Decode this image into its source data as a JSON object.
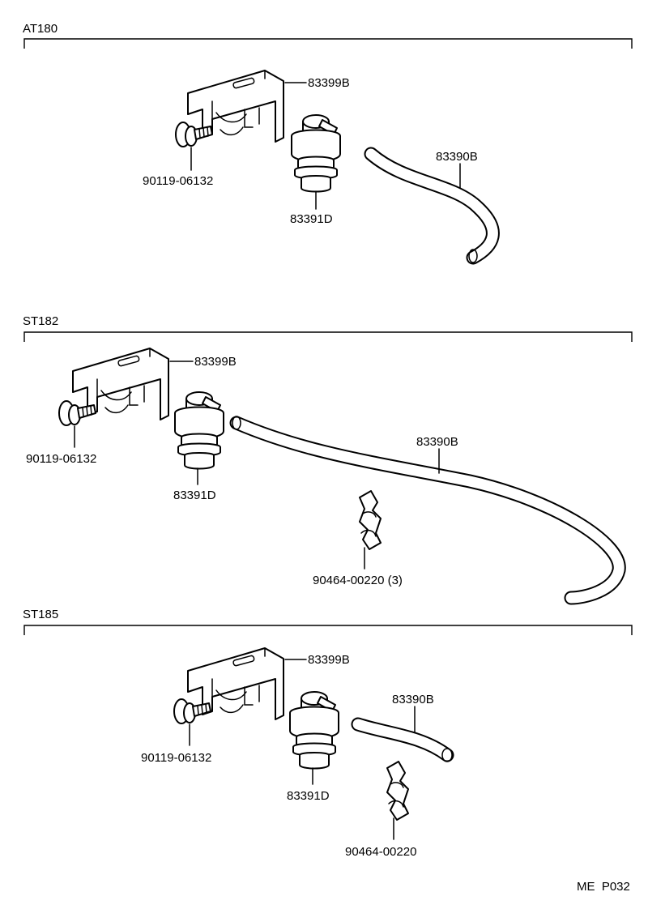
{
  "sections": [
    {
      "id": "at180",
      "title": "AT180",
      "labels": {
        "bracket": "83399B",
        "bolt": "90119-06132",
        "valve": "83391D",
        "hose": "83390B"
      }
    },
    {
      "id": "st182",
      "title": "ST182",
      "labels": {
        "bracket": "83399B",
        "bolt": "90119-06132",
        "valve": "83391D",
        "hose": "83390B",
        "clamp": "90464-00220 (3)"
      }
    },
    {
      "id": "st185",
      "title": "ST185",
      "labels": {
        "bracket": "83399B",
        "bolt": "90119-06132",
        "valve": "83391D",
        "hose": "83390B",
        "clamp": "90464-00220"
      }
    }
  ],
  "footer": {
    "page_code": "ME  P032"
  },
  "colors": {
    "ink": "#000000",
    "paper": "#ffffff"
  }
}
